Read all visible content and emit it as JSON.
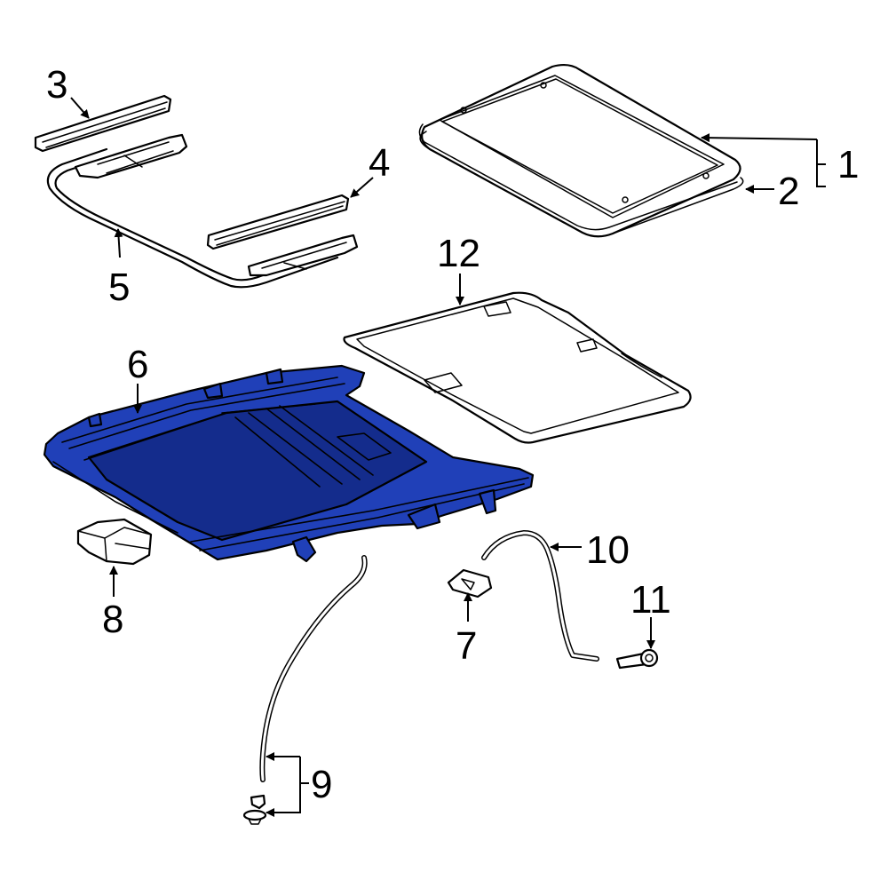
{
  "colors": {
    "highlight": "#2040B8",
    "highlight_dark": "#142C8C",
    "line": "#000000",
    "background": "#FFFFFF"
  },
  "callouts": {
    "c1": "1",
    "c2": "2",
    "c3": "3",
    "c4": "4",
    "c5": "5",
    "c6": "6",
    "c7": "7",
    "c8": "8",
    "c9": "9",
    "c10": "10",
    "c11": "11",
    "c12": "12"
  },
  "highlighted_part": "6"
}
